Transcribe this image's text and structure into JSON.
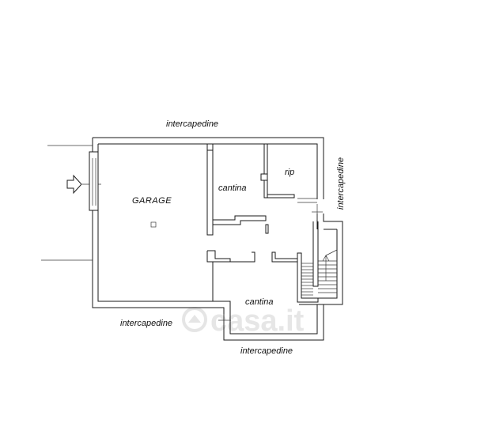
{
  "labels": {
    "intercapedine_top": "intercapedine",
    "intercapedine_right": "intercapedine",
    "intercapedine_bottom_left": "intercapedine",
    "intercapedine_bottom": "intercapedine",
    "garage": "GARAGE",
    "cantina_top": "cantina",
    "rip": "rip",
    "cantina_bottom": "cantina"
  },
  "watermark": {
    "text": "casa.it"
  },
  "colors": {
    "line": "#1a1a1a",
    "background": "#ffffff",
    "watermark": "#e6e6e6"
  }
}
